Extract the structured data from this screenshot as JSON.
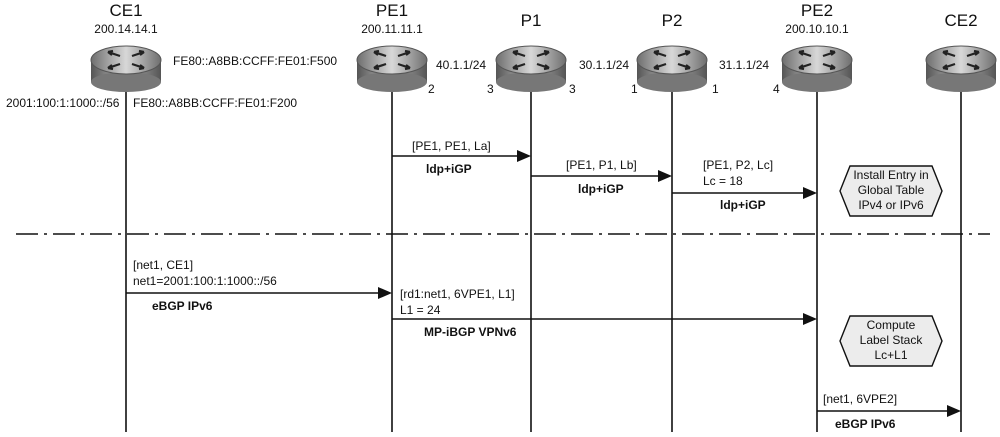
{
  "routers": {
    "ce1": {
      "name": "CE1",
      "addr": "200.14.14.1"
    },
    "pe1": {
      "name": "PE1",
      "addr": "200.11.11.1"
    },
    "p1": {
      "name": "P1",
      "addr": ""
    },
    "p2": {
      "name": "P2",
      "addr": ""
    },
    "pe2": {
      "name": "PE2",
      "addr": "200.10.10.1"
    },
    "ce2": {
      "name": "CE2",
      "addr": ""
    }
  },
  "interfaces": {
    "ce1_ll_top": "FE80::A8BB:CCFF:FE01:F500",
    "ce1_prefix": "2001:100:1:1000::/56",
    "ce1_ll_bottom": "FE80::A8BB:CCFF:FE01:F200",
    "pe1_net": "40.1.1/24",
    "pe1_port": "2",
    "p1_in_port": "3",
    "p1_net": "30.1.1/24",
    "p1_out_port": "3",
    "p2_in_port": "1",
    "p2_net": "31.1.1/24",
    "p2_out_port": "1",
    "pe2_port": "4"
  },
  "messages": {
    "m1": {
      "text": "[PE1, PE1, La]",
      "proto": "ldp+iGP"
    },
    "m2": {
      "text": "[PE1, P1, Lb]",
      "proto": "ldp+iGP"
    },
    "m3": {
      "line1": "[PE1, P2, Lc]",
      "line2": "Lc = 18",
      "proto": "ldp+iGP"
    },
    "m4": {
      "line1": "[net1, CE1]",
      "line2": "net1=2001:100:1:1000::/56",
      "proto": "eBGP IPv6"
    },
    "m5": {
      "line1": "[rd1:net1, 6VPE1, L1]",
      "line2": "L1 = 24",
      "proto": "MP-iBGP VPNv6"
    },
    "m6": {
      "text": "[net1, 6VPE2]",
      "proto": "eBGP IPv6"
    }
  },
  "notes": {
    "install": {
      "l1": "Install Entry in",
      "l2": "Global Table",
      "l3": "IPv4 or IPv6"
    },
    "compute": {
      "l1": "Compute",
      "l2": "Label Stack",
      "l3": "Lc+L1"
    }
  }
}
